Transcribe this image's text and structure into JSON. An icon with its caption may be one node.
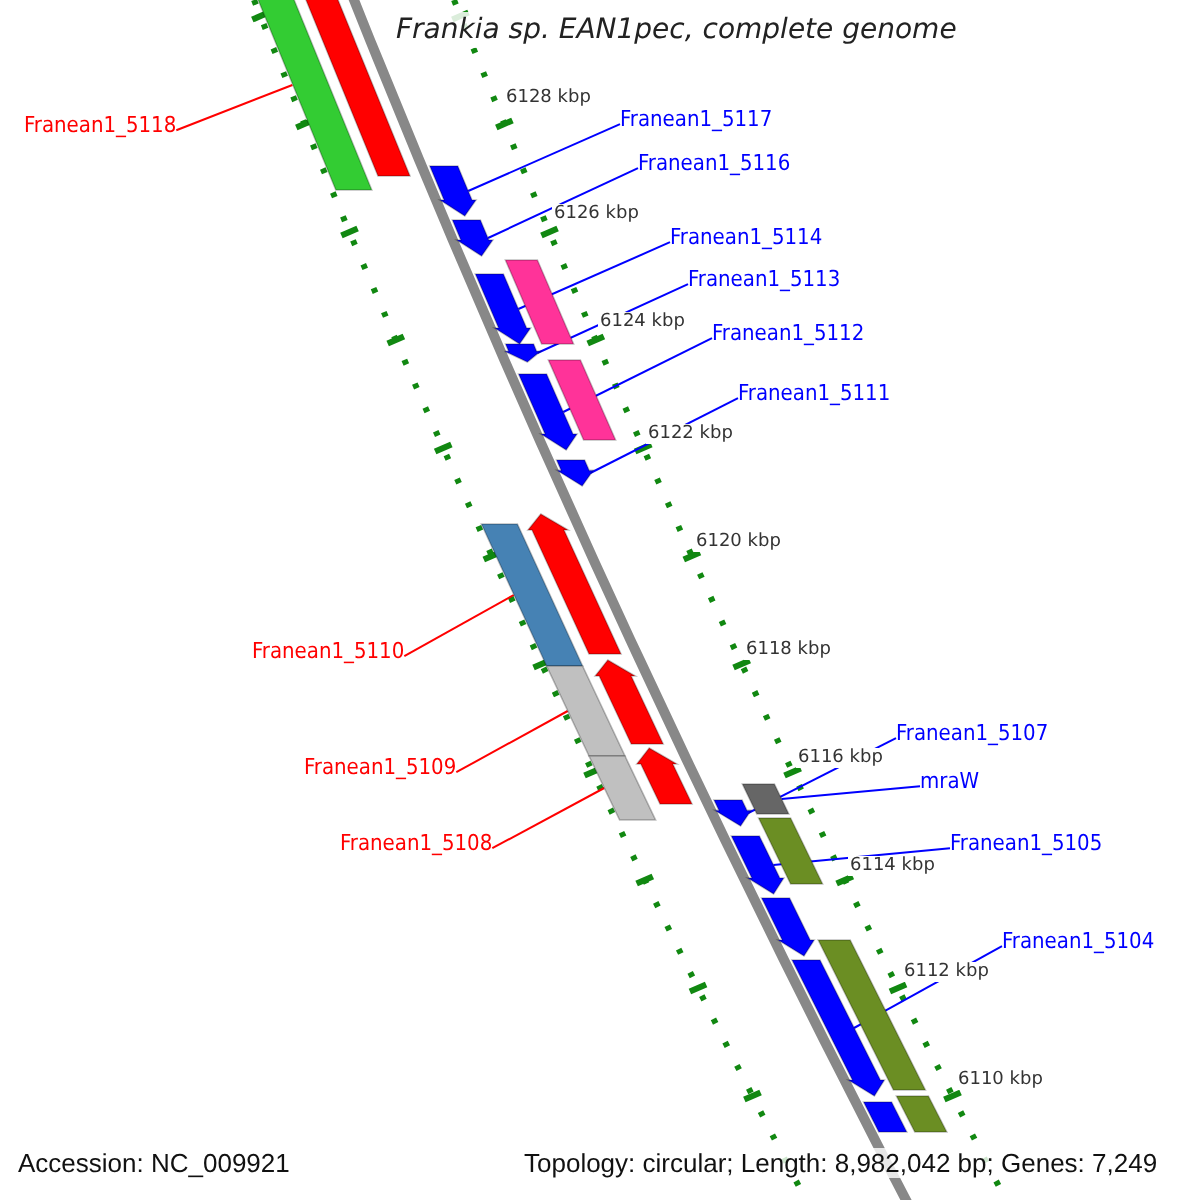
{
  "diagram": {
    "title": "Frankia sp. EAN1pec, complete genome",
    "nodes": [
      {
        "text": [
          "Franean1_5117"
        ]
      },
      {
        "text": [
          "Franean1_5116"
        ]
      },
      {
        "text": [
          "Franean1_5114"
        ]
      },
      {
        "text": [
          "Franean1_5113"
        ]
      },
      {
        "text": [
          "Franean1_5112"
        ]
      },
      {
        "text": [
          "Franean1_5111"
        ]
      },
      {
        "text": [
          "Franean1_5118"
        ]
      },
      {
        "text": [
          "Franean1_5110"
        ]
      },
      {
        "text": [
          "Franean1_5109"
        ]
      },
      {
        "text": [
          "Franean1_5108"
        ]
      },
      {
        "text": [
          "Franean1_5107"
        ]
      },
      {
        "text": [
          "mraW"
        ]
      },
      {
        "text": [
          "Franean1_5105"
        ]
      },
      {
        "text": [
          "Franean1_5104"
        ]
      },
      {
        "text": [],
        "shape": "bar"
      },
      {
        "text": [],
        "shape": "arrow"
      },
      {
        "text": [],
        "shape": "arrow"
      },
      {
        "text": [],
        "shape": "arrow"
      },
      {
        "text": [],
        "shape": "arrow"
      },
      {
        "text": [],
        "shape": "arrow"
      },
      {
        "text": [],
        "shape": "bar"
      },
      {
        "text": [],
        "shape": "arrow"
      },
      {
        "text": [],
        "shape": "bar"
      },
      {
        "text": [],
        "shape": "arrow"
      },
      {
        "text": [],
        "shape": "bar"
      },
      {
        "text": [],
        "shape": "arrow"
      },
      {
        "text": [],
        "shape": "bar"
      },
      {
        "text": [],
        "shape": "arrow"
      },
      {
        "text": [],
        "shape": "bar"
      },
      {
        "text": [],
        "shape": "arrow"
      },
      {
        "text": [],
        "shape": "arrow"
      },
      {
        "text": [],
        "shape": "bar"
      },
      {
        "text": [],
        "shape": "bar"
      },
      {
        "text": [],
        "shape": "arrow"
      },
      {
        "text": [],
        "shape": "arrow"
      },
      {
        "text": [],
        "shape": "bar"
      },
      {
        "text": [],
        "shape": "arrow"
      },
      {
        "text": [],
        "shape": "bar"
      },
      {
        "text": [],
        "shape": "arrow"
      }
    ],
    "edges": [
      {
        "from": 0,
        "to": 16,
        "arrow": "none"
      },
      {
        "from": 1,
        "to": 17,
        "arrow": "none"
      },
      {
        "from": 2,
        "to": 18,
        "arrow": "none"
      },
      {
        "from": 3,
        "to": 19,
        "arrow": "none"
      },
      {
        "from": 4,
        "to": 21,
        "arrow": "none"
      },
      {
        "from": 5,
        "to": 23,
        "arrow": "none"
      },
      {
        "from": 6,
        "to": 14,
        "arrow": "none",
        "color": "#ff0000"
      },
      {
        "from": 7,
        "to": 24,
        "arrow": "none",
        "color": "#ff0000"
      },
      {
        "from": 8,
        "to": 26,
        "arrow": "none",
        "color": "#ff0000"
      },
      {
        "from": 9,
        "to": 28,
        "arrow": "none",
        "color": "#ff0000"
      },
      {
        "from": 10,
        "to": 30,
        "arrow": "none"
      },
      {
        "from": 11,
        "to": 31,
        "arrow": "none"
      },
      {
        "from": 12,
        "to": 33,
        "arrow": "none"
      },
      {
        "from": 13,
        "to": 36,
        "arrow": "none"
      }
    ],
    "labels": [
      "6128 kbp",
      "6126 kbp",
      "6124 kbp",
      "6122 kbp",
      "6120 kbp",
      "6118 kbp",
      "6116 kbp",
      "6114 kbp",
      "6112 kbp",
      "6110 kbp",
      "Accession: NC_009921",
      "Topology: circular; Length: 8,982,042 bp; Genes: 7,249"
    ]
  }
}
